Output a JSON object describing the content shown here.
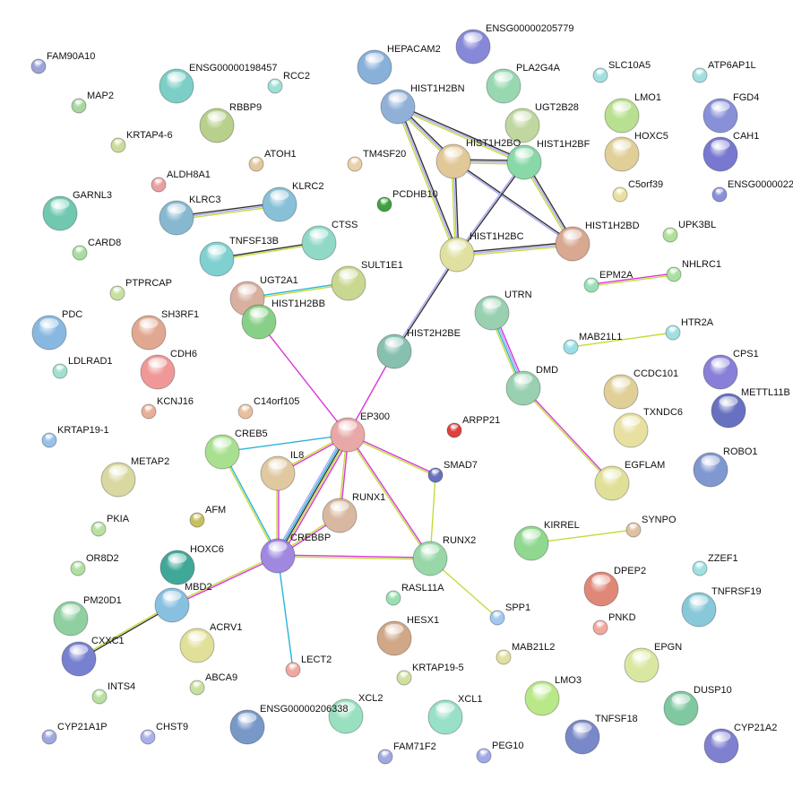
{
  "edge_colors": {
    "black": "#333333",
    "lavender": "#a8a8f8",
    "yellowgreen": "#c4dc3a",
    "magenta": "#d838d8",
    "cyan": "#28b4dc"
  },
  "nodes": [
    {
      "id": "FAM90A10",
      "color": "#9ea3d8"
    },
    {
      "id": "MAP2",
      "color": "#a8d8a0"
    },
    {
      "id": "KRTAP4-6",
      "color": "#cbdc9a"
    },
    {
      "id": "ENSG00000198457",
      "color": "#7ccfc6"
    },
    {
      "id": "RCC2",
      "color": "#9fe0d6"
    },
    {
      "id": "RBBP9",
      "color": "#b8d08c"
    },
    {
      "id": "ATOH1",
      "color": "#e2c8a0"
    },
    {
      "id": "ALDH8A1",
      "color": "#e8a0a0"
    },
    {
      "id": "KLRC3",
      "color": "#88b8d0"
    },
    {
      "id": "KLRC2",
      "color": "#88c0d8"
    },
    {
      "id": "GARNL3",
      "color": "#70c8b0"
    },
    {
      "id": "CARD8",
      "color": "#a8dca0"
    },
    {
      "id": "TNFSF13B",
      "color": "#80d0d0"
    },
    {
      "id": "CTSS",
      "color": "#90d8c8"
    },
    {
      "id": "PTPRCAP",
      "color": "#c8e0a0"
    },
    {
      "id": "UGT2A1",
      "color": "#d8b0a0"
    },
    {
      "id": "SULT1E1",
      "color": "#c8d890"
    },
    {
      "id": "PDC",
      "color": "#88b8e0"
    },
    {
      "id": "SH3RF1",
      "color": "#e0a890"
    },
    {
      "id": "LDLRAD1",
      "color": "#a0e0d0"
    },
    {
      "id": "CDH6",
      "color": "#f09898"
    },
    {
      "id": "HIST1H2BB",
      "color": "#88d088"
    },
    {
      "id": "KCNJ16",
      "color": "#e8b098"
    },
    {
      "id": "C14orf105",
      "color": "#e8c0a0"
    },
    {
      "id": "KRTAP19-1",
      "color": "#98c0e8"
    },
    {
      "id": "METAP2",
      "color": "#d8d8a0"
    },
    {
      "id": "CREB5",
      "color": "#a8e090"
    },
    {
      "id": "IL8",
      "color": "#e0c8a0"
    },
    {
      "id": "EP300",
      "color": "#e8a8a8"
    },
    {
      "id": "ARPP21",
      "color": "#e04040"
    },
    {
      "id": "SMAD7",
      "color": "#6870c0"
    },
    {
      "id": "AFM",
      "color": "#c8c060"
    },
    {
      "id": "PKIA",
      "color": "#b8e0a0"
    },
    {
      "id": "RUNX1",
      "color": "#d8b8a0"
    },
    {
      "id": "CREBBP",
      "color": "#a088e0"
    },
    {
      "id": "HOXC6",
      "color": "#40a898"
    },
    {
      "id": "OR8D2",
      "color": "#b0e0a0"
    },
    {
      "id": "MBD2",
      "color": "#88c0e0"
    },
    {
      "id": "RUNX2",
      "color": "#98d8a8"
    },
    {
      "id": "KIRREL",
      "color": "#90d890"
    },
    {
      "id": "SYNPO",
      "color": "#e0c0a0"
    },
    {
      "id": "ZZEF1",
      "color": "#a0e0e0"
    },
    {
      "id": "PM20D1",
      "color": "#90d0a0"
    },
    {
      "id": "DPEP2",
      "color": "#e08878"
    },
    {
      "id": "RASL11A",
      "color": "#98e0b0"
    },
    {
      "id": "SPP1",
      "color": "#a0c8f0"
    },
    {
      "id": "TNFRSF19",
      "color": "#88c8d8"
    },
    {
      "id": "CXXC1",
      "color": "#7880d0"
    },
    {
      "id": "ACRV1",
      "color": "#e0e098"
    },
    {
      "id": "PNKD",
      "color": "#f0a8a0"
    },
    {
      "id": "HESX1",
      "color": "#d0a888"
    },
    {
      "id": "LECT2",
      "color": "#f0a8a0"
    },
    {
      "id": "MAB21L2",
      "color": "#e0e0a0"
    },
    {
      "id": "EPGN",
      "color": "#d8e8a0"
    },
    {
      "id": "ABCA9",
      "color": "#c8e0a0"
    },
    {
      "id": "INTS4",
      "color": "#b8e0a0"
    },
    {
      "id": "KRTAP19-5",
      "color": "#d0e0a0"
    },
    {
      "id": "LMO3",
      "color": "#b8e888"
    },
    {
      "id": "DUSP10",
      "color": "#80c8a0"
    },
    {
      "id": "XCL2",
      "color": "#98e0c0"
    },
    {
      "id": "XCL1",
      "color": "#98e0c8"
    },
    {
      "id": "ENSG00000206338",
      "color": "#7898c8"
    },
    {
      "id": "CYP21A1P",
      "color": "#a0a8e0"
    },
    {
      "id": "CHST9",
      "color": "#a8b0e8"
    },
    {
      "id": "TNFSF18",
      "color": "#7888c8"
    },
    {
      "id": "CYP21A2",
      "color": "#8080d0"
    },
    {
      "id": "FAM71F2",
      "color": "#a0a8e0"
    },
    {
      "id": "PEG10",
      "color": "#a0a8e8"
    },
    {
      "id": "HEPACAM2",
      "color": "#88b0d8"
    },
    {
      "id": "ENSG00000205779",
      "color": "#8888d8"
    },
    {
      "id": "PLA2G4A",
      "color": "#98d8b0"
    },
    {
      "id": "SLC10A5",
      "color": "#a0e0e0"
    },
    {
      "id": "ATP6AP1L",
      "color": "#a0e0e0"
    },
    {
      "id": "HIST1H2BN",
      "color": "#90b0d8"
    },
    {
      "id": "UGT2B28",
      "color": "#c0d8a0"
    },
    {
      "id": "LMO1",
      "color": "#b8e090"
    },
    {
      "id": "FGD4",
      "color": "#8890d8"
    },
    {
      "id": "HIST1H2BO",
      "color": "#e0c898"
    },
    {
      "id": "HIST1H2BF",
      "color": "#88d8a8"
    },
    {
      "id": "HOXC5",
      "color": "#e0d098"
    },
    {
      "id": "CAH1",
      "color": "#7878d0"
    },
    {
      "id": "TM4SF20",
      "color": "#e8d0a8"
    },
    {
      "id": "C5orf39",
      "color": "#e8e0a0"
    },
    {
      "id": "ENSG0000022",
      "color": "#8890d8"
    },
    {
      "id": "PCDHB10",
      "color": "#40a040"
    },
    {
      "id": "HIST1H2BD",
      "color": "#d8a890"
    },
    {
      "id": "HIST1H2BC",
      "color": "#e0e0a0"
    },
    {
      "id": "UPK3BL",
      "color": "#b0e098"
    },
    {
      "id": "EPM2A",
      "color": "#98e0b8"
    },
    {
      "id": "NHLRC1",
      "color": "#a8e0a0"
    },
    {
      "id": "UTRN",
      "color": "#98d0b0"
    },
    {
      "id": "HTR2A",
      "color": "#a0e0e0"
    },
    {
      "id": "MAB21L1",
      "color": "#98e0e8"
    },
    {
      "id": "HIST2H2BE",
      "color": "#88c0b0"
    },
    {
      "id": "CPS1",
      "color": "#8880d8"
    },
    {
      "id": "DMD",
      "color": "#98d0b0"
    },
    {
      "id": "CCDC101",
      "color": "#e0d098"
    },
    {
      "id": "METTL11B",
      "color": "#6870c0"
    },
    {
      "id": "TXNDC6",
      "color": "#e8e0a0"
    },
    {
      "id": "ROBO1",
      "color": "#8098d0"
    },
    {
      "id": "EGFLAM",
      "color": "#e0e098"
    }
  ],
  "edges": [
    {
      "source": "HIST1H2BN",
      "target": "HIST1H2BO",
      "evidence": [
        "black",
        "lavender",
        "yellowgreen"
      ]
    },
    {
      "source": "HIST1H2BN",
      "target": "HIST1H2BF",
      "evidence": [
        "black",
        "lavender",
        "yellowgreen"
      ]
    },
    {
      "source": "HIST1H2BN",
      "target": "HIST1H2BC",
      "evidence": [
        "black",
        "lavender",
        "yellowgreen"
      ]
    },
    {
      "source": "HIST1H2BO",
      "target": "HIST1H2BF",
      "evidence": [
        "black",
        "lavender",
        "yellowgreen"
      ]
    },
    {
      "source": "HIST1H2BO",
      "target": "HIST1H2BC",
      "evidence": [
        "black",
        "lavender",
        "yellowgreen"
      ]
    },
    {
      "source": "HIST1H2BO",
      "target": "HIST1H2BD",
      "evidence": [
        "black",
        "lavender"
      ]
    },
    {
      "source": "HIST1H2BF",
      "target": "HIST1H2BC",
      "evidence": [
        "black",
        "lavender"
      ]
    },
    {
      "source": "HIST1H2BF",
      "target": "HIST1H2BD",
      "evidence": [
        "black",
        "lavender",
        "yellowgreen"
      ]
    },
    {
      "source": "HIST1H2BC",
      "target": "HIST1H2BD",
      "evidence": [
        "black",
        "lavender",
        "yellowgreen"
      ]
    },
    {
      "source": "HIST1H2BC",
      "target": "HIST2H2BE",
      "evidence": [
        "black",
        "lavender"
      ]
    },
    {
      "source": "KLRC3",
      "target": "KLRC2",
      "evidence": [
        "black",
        "lavender",
        "yellowgreen"
      ]
    },
    {
      "source": "TNFSF13B",
      "target": "CTSS",
      "evidence": [
        "black",
        "yellowgreen"
      ]
    },
    {
      "source": "UGT2A1",
      "target": "SULT1E1",
      "evidence": [
        "cyan",
        "yellowgreen"
      ]
    },
    {
      "source": "EPM2A",
      "target": "NHLRC1",
      "evidence": [
        "magenta",
        "yellowgreen"
      ]
    },
    {
      "source": "MAB21L1",
      "target": "HTR2A",
      "evidence": [
        "yellowgreen"
      ]
    },
    {
      "source": "UTRN",
      "target": "DMD",
      "evidence": [
        "magenta",
        "lavender",
        "cyan",
        "yellowgreen"
      ]
    },
    {
      "source": "DMD",
      "target": "EGFLAM",
      "evidence": [
        "magenta",
        "yellowgreen"
      ]
    },
    {
      "source": "HIST1H2BB",
      "target": "EP300",
      "evidence": [
        "magenta"
      ]
    },
    {
      "source": "HIST2H2BE",
      "target": "EP300",
      "evidence": [
        "magenta"
      ]
    },
    {
      "source": "CREB5",
      "target": "EP300",
      "evidence": [
        "cyan"
      ]
    },
    {
      "source": "EP300",
      "target": "SMAD7",
      "evidence": [
        "magenta",
        "yellowgreen"
      ]
    },
    {
      "source": "EP300",
      "target": "RUNX2",
      "evidence": [
        "magenta",
        "yellowgreen"
      ]
    },
    {
      "source": "EP300",
      "target": "CREBBP",
      "evidence": [
        "magenta",
        "yellowgreen",
        "black",
        "cyan",
        "lavender"
      ]
    },
    {
      "source": "EP300",
      "target": "RUNX1",
      "evidence": [
        "magenta",
        "yellowgreen"
      ]
    },
    {
      "source": "EP300",
      "target": "IL8",
      "evidence": [
        "magenta",
        "yellowgreen"
      ]
    },
    {
      "source": "CREB5",
      "target": "CREBBP",
      "evidence": [
        "cyan",
        "yellowgreen"
      ]
    },
    {
      "source": "IL8",
      "target": "CREBBP",
      "evidence": [
        "magenta",
        "yellowgreen"
      ]
    },
    {
      "source": "RUNX1",
      "target": "CREBBP",
      "evidence": [
        "magenta",
        "yellowgreen"
      ]
    },
    {
      "source": "CREBBP",
      "target": "RUNX2",
      "evidence": [
        "magenta",
        "yellowgreen"
      ]
    },
    {
      "source": "CREBBP",
      "target": "MBD2",
      "evidence": [
        "magenta",
        "yellowgreen"
      ]
    },
    {
      "source": "CREBBP",
      "target": "LECT2",
      "evidence": [
        "cyan"
      ]
    },
    {
      "source": "SMAD7",
      "target": "RUNX2",
      "evidence": [
        "yellowgreen"
      ]
    },
    {
      "source": "RUNX2",
      "target": "SPP1",
      "evidence": [
        "yellowgreen"
      ]
    },
    {
      "source": "KIRREL",
      "target": "SYNPO",
      "evidence": [
        "yellowgreen"
      ]
    },
    {
      "source": "MBD2",
      "target": "CXXC1",
      "evidence": [
        "black",
        "yellowgreen"
      ]
    }
  ]
}
